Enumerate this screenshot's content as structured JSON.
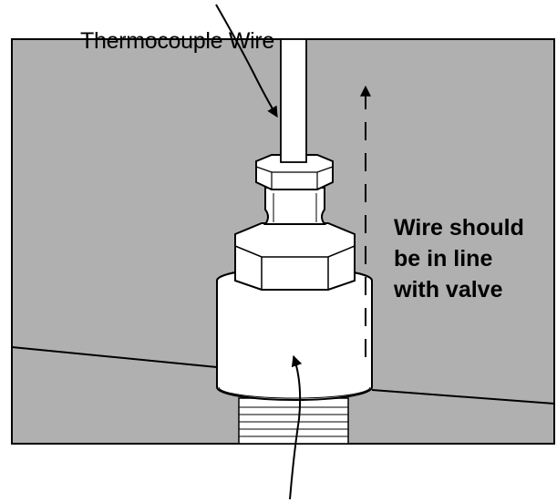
{
  "labels": {
    "wire": "Thermocouple Wire",
    "note_lines": [
      "Wire should",
      "be in line",
      "with valve"
    ]
  },
  "colors": {
    "background_panel": "#b0b0b0",
    "fitting": "#ffffff",
    "outline": "#000000",
    "page": "#ffffff"
  },
  "icons": {
    "arrow_to_wire": "curved-arrow-icon",
    "arrow_to_valve": "curved-arrow-icon",
    "alignment_arrow": "dashed-up-arrow-icon"
  }
}
